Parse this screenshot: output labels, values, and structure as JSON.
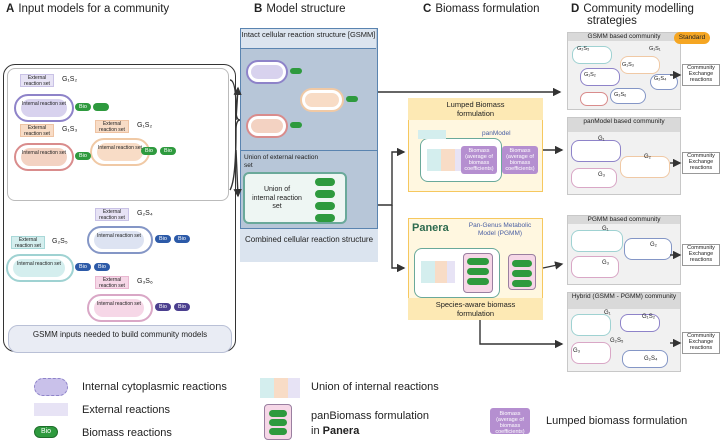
{
  "sections": {
    "A": {
      "letter": "A",
      "title": "Input models for a community"
    },
    "B": {
      "letter": "B",
      "title": "Model structure"
    },
    "C": {
      "letter": "C",
      "title": "Biomass formulation"
    },
    "D": {
      "letter": "D",
      "title": "Community modelling",
      "title2": "strategies"
    }
  },
  "models": [
    {
      "label": "G₁S₂",
      "ext": "External reaction set",
      "int": "Internal reaction set",
      "bio": "Bio"
    },
    {
      "label": "G₁S₂",
      "ext": "External reaction set",
      "int": "Internal reaction set",
      "bio": "Bio"
    },
    {
      "label": "G₁S₃",
      "ext": "External reaction set",
      "int": "Internal reaction set",
      "bio": "Bio"
    },
    {
      "label": "G₂S₄",
      "ext": "External reaction set",
      "int": "Internal reaction set",
      "bio": "Bio"
    },
    {
      "label": "G₂S₅",
      "ext": "External reaction set",
      "int": "Internal reaction set",
      "bio": "Bio"
    },
    {
      "label": "G₃S₆",
      "ext": "External reaction set",
      "int": "Internal reaction set",
      "bio": "Bio"
    }
  ],
  "gsmm_inputs_caption": "GSMM inputs needed to build community models",
  "structure": {
    "intact_title": "Intact cellular reaction structure [GSMM]",
    "union_ext": "Union of external reaction set",
    "union_int": "Union of internal reaction set",
    "combined_title": "Combined cellular reaction structure"
  },
  "biomass": {
    "lumped_title": "Lumped Biomass formulation",
    "panmodel": "panModel",
    "biomass_box1": "Biomass (average of biomass coefficients)",
    "biomass_box2": "Biomass (average of biomass coefficients)",
    "panera": "Panera",
    "pgmm": "Pan-Genus Metabolic Model (PGMM)",
    "species_aware": "Species-aware biomass formulation"
  },
  "strategies": [
    {
      "title": "GSMM based community",
      "badge": "Standard",
      "exchange": "Community Exchange reactions",
      "labels": [
        "G₂S₅",
        "G₁S₁",
        "G₁S₂",
        "G₁S₃",
        "G₂S₄",
        "G₃S₆"
      ]
    },
    {
      "title": "panModel based community",
      "exchange": "Community Exchange reactions",
      "labels": [
        "G₁",
        "G₂",
        "G₃"
      ]
    },
    {
      "title": "PGMM based community",
      "exchange": "Community Exchange reactions",
      "labels": [
        "G₁",
        "G₂",
        "G₃"
      ]
    },
    {
      "title": "Hybrid (GSMM - PGMM) community",
      "exchange": "Community Exchange reactions",
      "labels": [
        "G₁",
        "G₁S₂",
        "G₃",
        "G₂S₅",
        "G₂S₄"
      ]
    }
  ],
  "legend": {
    "internal": "Internal cytoplasmic reactions",
    "external": "External reactions",
    "bio_pill": "Bio",
    "biomass": "Biomass reactions",
    "union": "Union of internal reactions",
    "panbiomass_1": "panBiomass formulation",
    "panbiomass_2": "in",
    "panbiomass_bold": "Panera",
    "lumped_box": "Biomass (average of biomass coefficients)",
    "lumped": "Lumped biomass formulation"
  },
  "colors": {
    "bio_green": "#2e9a3e",
    "gsmm_blue": "#5a84b0",
    "lumped_yellow": "#f6c85f",
    "standard_badge": "#f5a623",
    "purple": "#9b7cc6"
  }
}
